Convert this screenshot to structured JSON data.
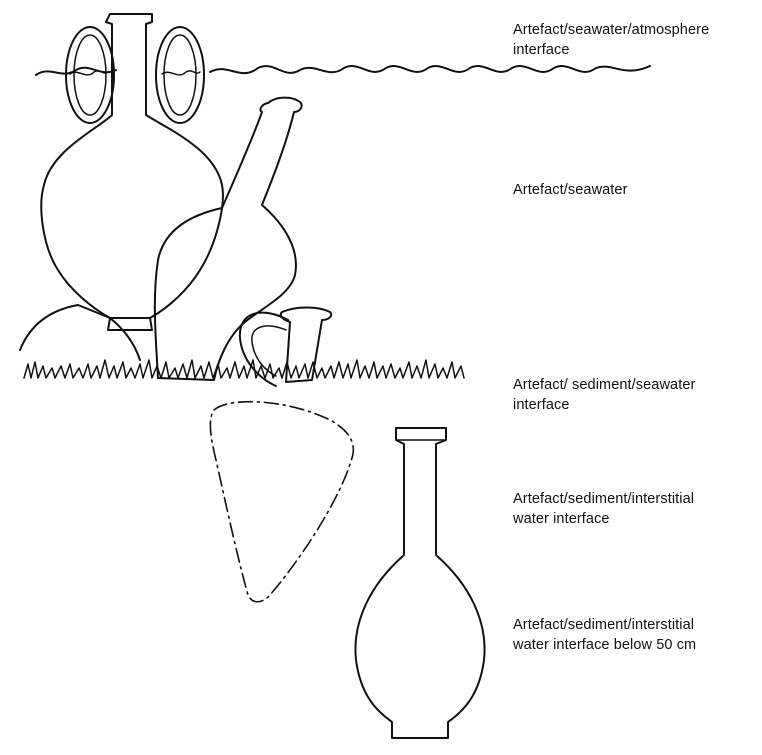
{
  "labels": {
    "surface_interface": [
      "Artefact/seawater/atmosphere",
      "interface"
    ],
    "water_column": [
      "Artefact/seawater"
    ],
    "sediment_surface": [
      "Artefact/ sediment/seawater",
      "interface"
    ],
    "interstitial": [
      "Artefact/sediment/interstitial",
      "water interface"
    ],
    "deep_burial": [
      "Artefact/sediment/interstitial",
      "water interface below 50 cm"
    ]
  },
  "colors": {
    "ink": "#111111",
    "background": "#ffffff"
  }
}
